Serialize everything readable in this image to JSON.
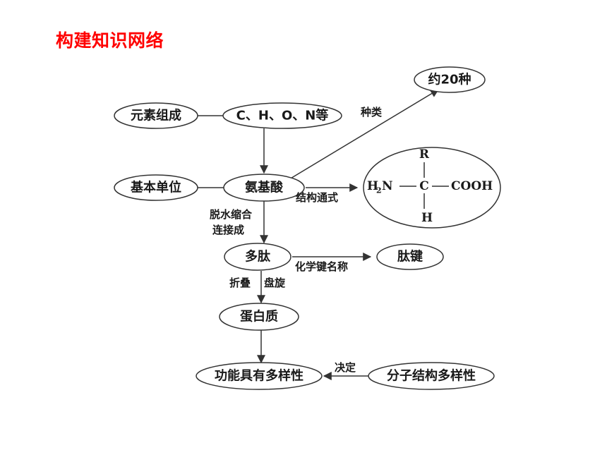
{
  "title": "构建知识网络",
  "nodes": {
    "elements": "元素组成",
    "chon": "C、H、O、N等",
    "about20": "约20种",
    "basic_unit": "基本单位",
    "amino_acid": "氨基酸",
    "polypeptide": "多肽",
    "peptide_bond": "肽键",
    "protein": "蛋白质",
    "function_diversity": "功能具有多样性",
    "structure_diversity": "分子结构多样性"
  },
  "edge_labels": {
    "kinds": "种类",
    "general_formula": "结构通式",
    "dehydration_line1": "脱水缩合",
    "dehydration_line2": "连接成",
    "bond_name": "化学键名称",
    "folding": "折叠",
    "coiling": "盘旋",
    "determines": "决定"
  },
  "formula": {
    "r": "R",
    "h2": "H",
    "h2_sub": "2",
    "n": "N",
    "c": "C",
    "cooh": "COOH",
    "h": "H"
  },
  "colors": {
    "title": "#ff0000",
    "stroke": "#333333",
    "text": "#1a1a1a"
  }
}
